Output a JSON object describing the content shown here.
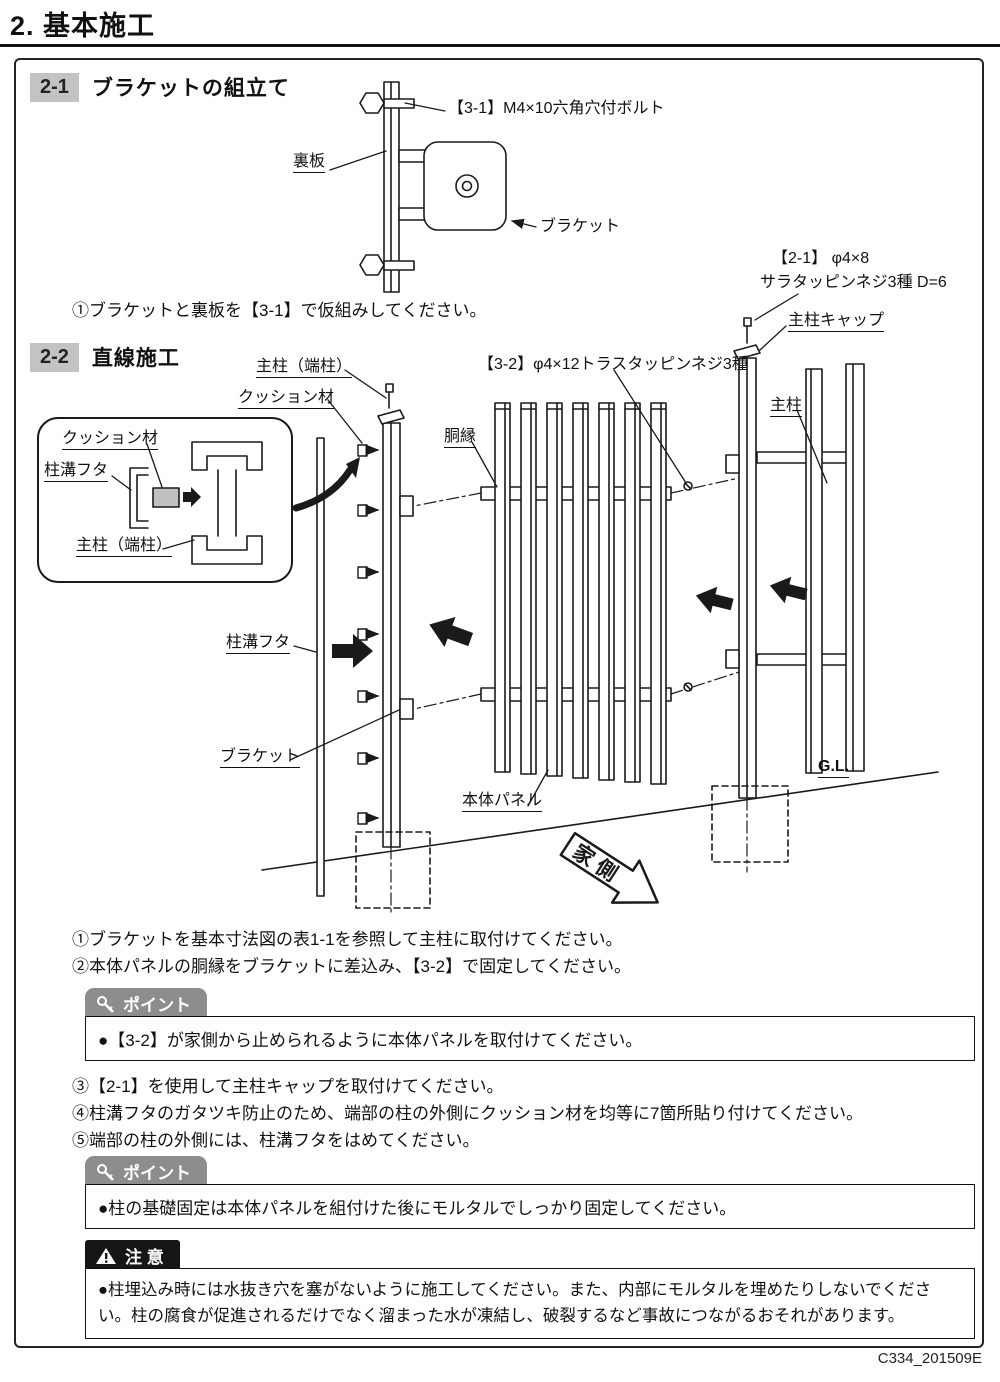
{
  "page": {
    "title": "2. 基本施工",
    "doc_code": "C334_201509E"
  },
  "section_21": {
    "number": "2-1",
    "title": "ブラケットの組立て",
    "labels": {
      "bolt": "【3-1】M4×10六角穴付ボルト",
      "back_plate": "裏板",
      "bracket": "ブラケット"
    },
    "steps": [
      "①ブラケットと裏板を【3-1】で仮組みしてください。"
    ]
  },
  "section_22": {
    "number": "2-2",
    "title": "直線施工",
    "labels": {
      "screw_21_line1": "【2-1】 φ4×8",
      "screw_21_line2": "サラタッピンネジ3種 D=6",
      "post_cap": "主柱キャップ",
      "end_post": "主柱（端柱）",
      "cushion": "クッション材",
      "screw_32": "【3-2】φ4×12トラスタッピンネジ3種",
      "rail": "胴縁",
      "main_post": "主柱",
      "groove_cover": "柱溝フタ",
      "bracket": "ブラケット",
      "panel": "本体パネル",
      "ground_level": "G.L.",
      "house_side": "家側"
    },
    "inset": {
      "cushion": "クッション材",
      "groove_cover": "柱溝フタ",
      "end_post": "主柱（端柱）"
    },
    "steps_a": [
      "①ブラケットを基本寸法図の表1-1を参照して主柱に取付けてください。",
      "②本体パネルの胴縁をブラケットに差込み、【3-2】で固定してください。"
    ],
    "point1": {
      "tab": "ポイント",
      "text": "●【3-2】が家側から止められるように本体パネルを取付けてください。"
    },
    "steps_b": [
      "③【2-1】を使用して主柱キャップを取付けてください。",
      "④柱溝フタのガタツキ防止のため、端部の柱の外側にクッション材を均等に7箇所貼り付けてください。",
      "⑤端部の柱の外側には、柱溝フタをはめてください。"
    ],
    "point2": {
      "tab": "ポイント",
      "text": "●柱の基礎固定は本体パネルを組付けた後にモルタルでしっかり固定してください。"
    },
    "caution": {
      "tab": "注 意",
      "text": "●柱埋込み時には水抜き穴を塞がないように施工してください。また、内部にモルタルを埋めたりしないでください。柱の腐食が促進されるだけでなく溜まった水が凍結し、破裂するなど事故につながるおそれがあります。"
    }
  }
}
